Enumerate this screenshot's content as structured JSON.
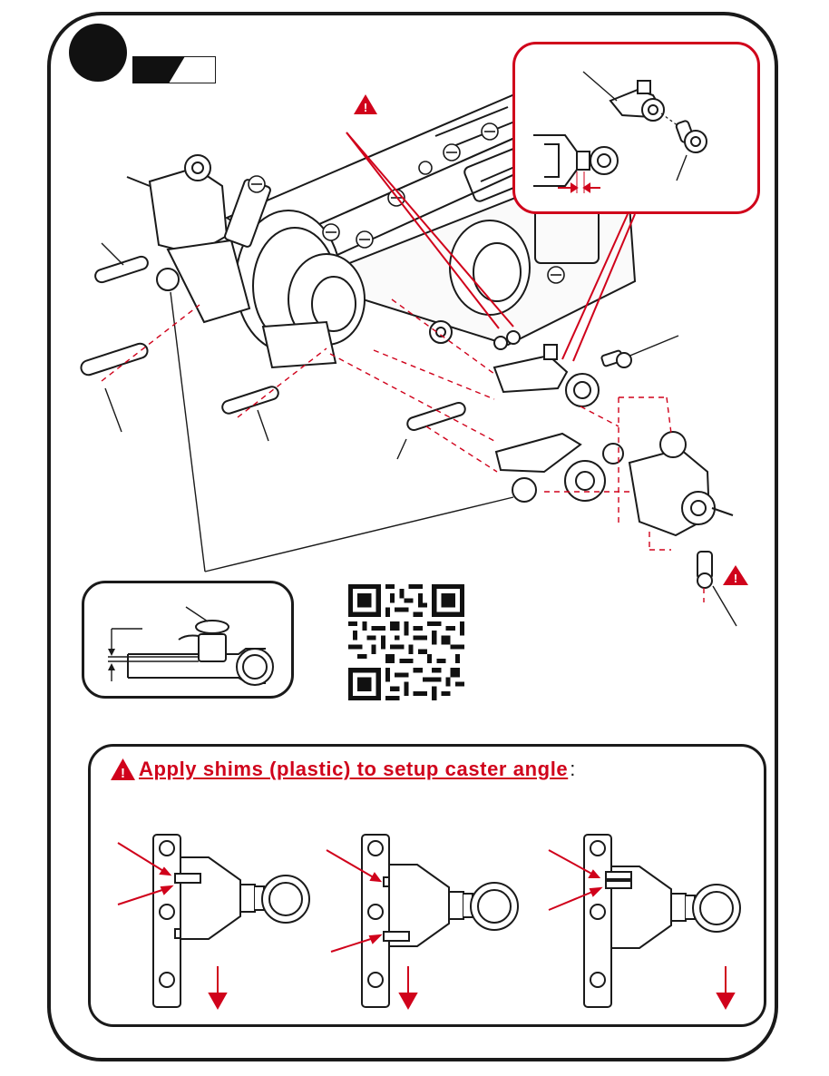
{
  "header": {
    "step_number": "",
    "step_tag_icon": "filled-circle"
  },
  "warnings": {
    "icon": "warning-triangle-icon",
    "color": "#d0021b"
  },
  "colors": {
    "accent_red": "#d0021b",
    "line_black": "#1a1a1a"
  },
  "caster_panel": {
    "title": "Apply shims (plastic) to setup caster angle",
    "title_suffix": ":",
    "variants": [
      {
        "name": "variant-1",
        "arrow": "down-arrow-icon"
      },
      {
        "name": "variant-2",
        "arrow": "down-arrow-icon"
      },
      {
        "name": "variant-3",
        "arrow": "down-arrow-icon"
      }
    ]
  },
  "qr": {
    "icon": "qr-code-icon"
  }
}
